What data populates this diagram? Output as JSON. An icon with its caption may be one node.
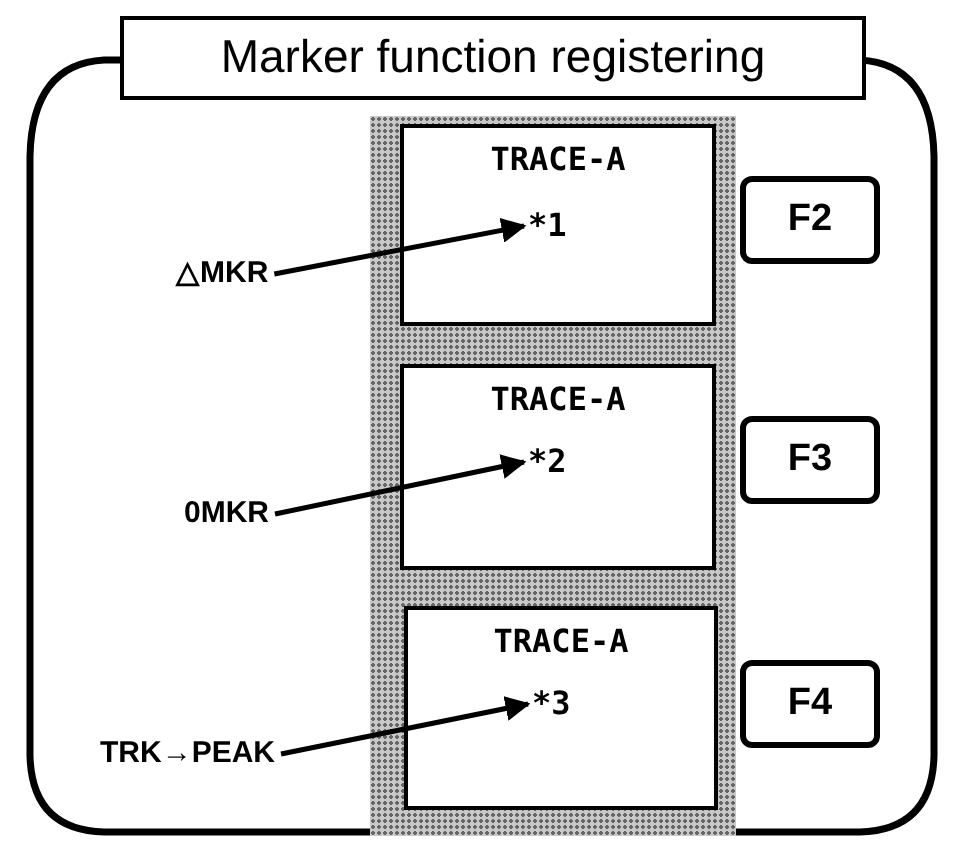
{
  "diagram": {
    "nodes": [
      {
        "text": [
          "Marker function registering"
        ]
      },
      {
        "text": [],
        "shape": "bar",
        "in": 0
      },
      {
        "text": [
          "TRACE-A"
        ],
        "in": 1
      },
      {
        "text": [
          "*1"
        ],
        "in": 2
      },
      {
        "text": [
          "△MKR"
        ],
        "in": 0
      },
      {
        "text": [
          "F2"
        ],
        "in": 0
      },
      {
        "text": [
          "TRACE-A"
        ],
        "in": 1
      },
      {
        "text": [
          "*2"
        ],
        "in": 6
      },
      {
        "text": [
          "0MKR"
        ],
        "in": 0
      },
      {
        "text": [
          "F3"
        ],
        "in": 0
      },
      {
        "text": [
          "TRACE-A"
        ],
        "in": 1
      },
      {
        "text": [
          "*3"
        ],
        "in": 10
      },
      {
        "text": [
          "TRK→PEAK"
        ],
        "in": 0
      },
      {
        "text": [
          "F4"
        ],
        "in": 0
      }
    ],
    "edges": [
      {
        "from": 4,
        "to": 3,
        "arrow": "to"
      },
      {
        "from": 8,
        "to": 7,
        "arrow": "to"
      },
      {
        "from": 12,
        "to": 11,
        "arrow": "to"
      }
    ]
  }
}
